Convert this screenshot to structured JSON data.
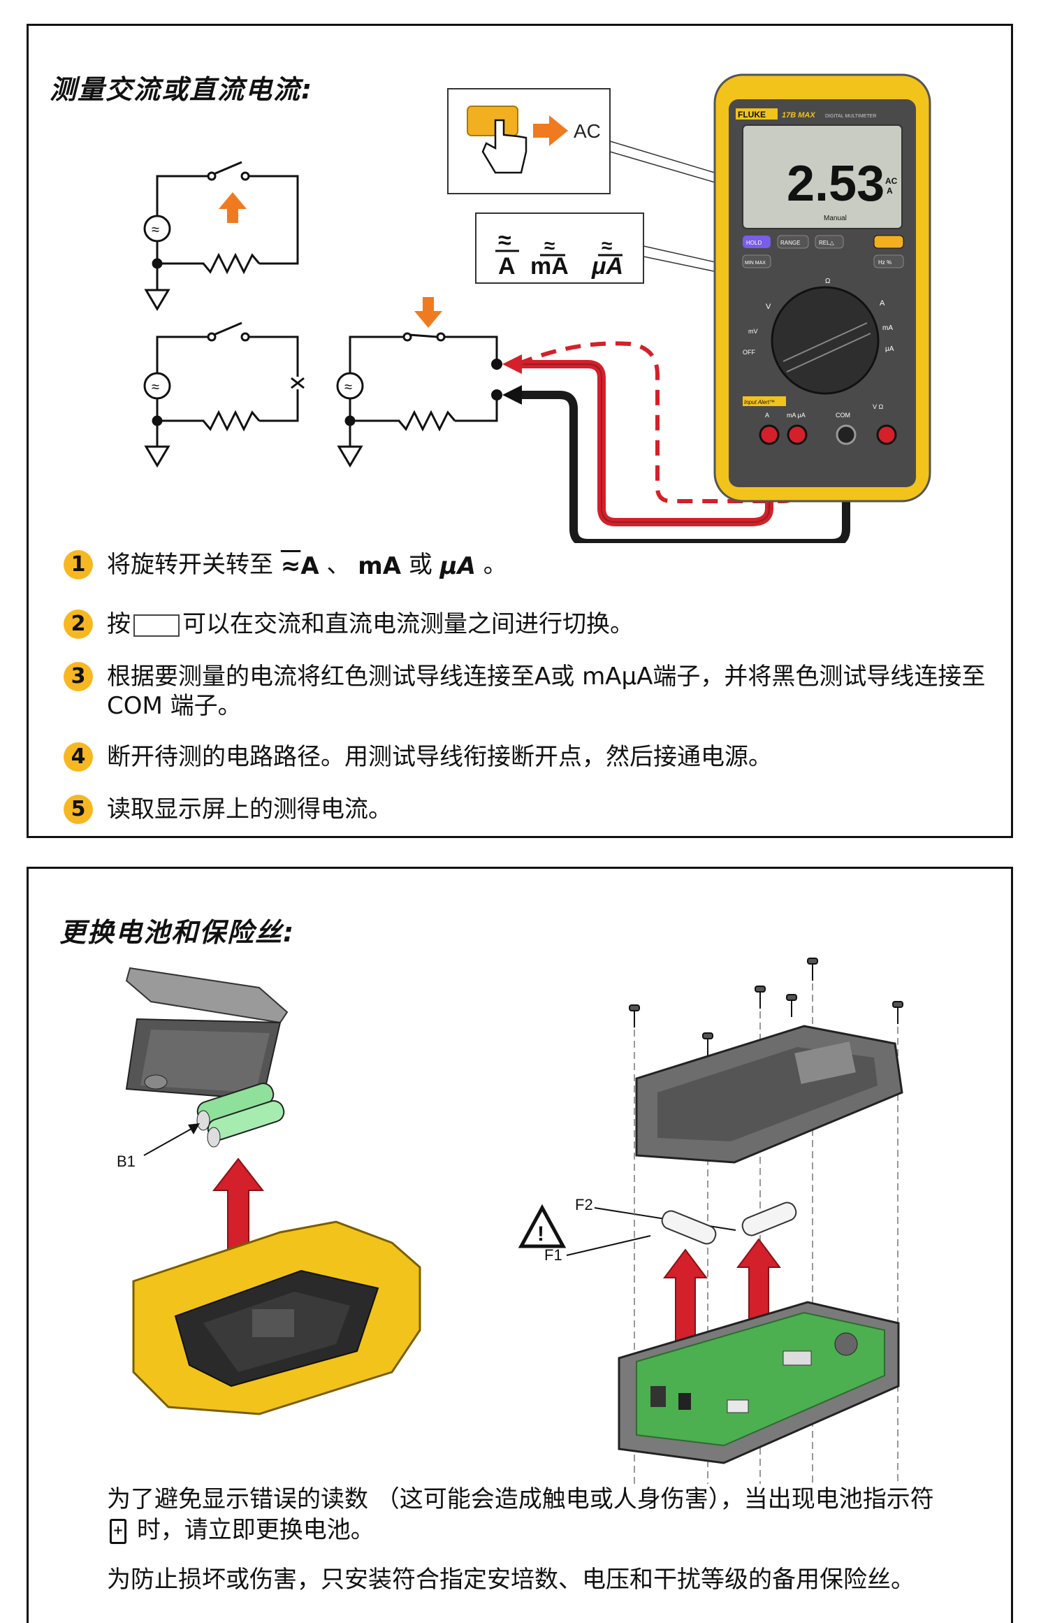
{
  "section1": {
    "title": "测量交流或直流电流:",
    "ac_label": "AC",
    "range_symbols": [
      "A",
      "mA",
      "μA"
    ],
    "meter": {
      "brand": "FLUKE",
      "model": "17B MAX",
      "model_sub": "DIGITAL MULTIMETER",
      "display_value": "2.53",
      "display_unit_top": "AC",
      "display_unit_bottom": "A",
      "display_mode": "Manual",
      "buttons": [
        "HOLD",
        "RANGE",
        "REL△",
        "Hz %",
        "MIN MAX"
      ],
      "dial_labels": [
        "V",
        "mV",
        "OFF",
        "Ω",
        "A",
        "mA",
        "μA"
      ],
      "terminals": [
        "A",
        "mA μA",
        "COM",
        "V Ω"
      ],
      "input_alert": "Input Alert™"
    },
    "steps": [
      {
        "num": "1",
        "pre": "将旋转开关转至",
        "mid1": "、",
        "mid2": "或",
        "post": "。"
      },
      {
        "num": "2",
        "pre": "按",
        "post": "可以在交流和直流电流测量之间进行切换。"
      },
      {
        "num": "3",
        "text": "根据要测量的电流将红色测试导线连接至A或 mAμA端子，并将黑色测试导线连接至 COM 端子。"
      },
      {
        "num": "4",
        "text": "断开待测的电路路径。用测试导线衔接断开点，然后接通电源。"
      },
      {
        "num": "5",
        "text": "读取显示屏上的测得电流。"
      }
    ]
  },
  "section2": {
    "title": "更换电池和保险丝:",
    "label_b1": "B1",
    "label_f1": "F1",
    "label_f2": "F2",
    "note1_pre": "为了避免显示错误的读数 （这可能会造成触电或人身伤害），当出现电池指示符",
    "note1_post": "时，请立即更换电池。",
    "note2": "为防止损坏或伤害，只安装符合指定安培数、电压和干扰等级的备用保险丝。"
  },
  "colors": {
    "accent_yellow": "#f7b722",
    "meter_yellow": "#f2c31a",
    "lead_red": "#d4202a",
    "arrow_orange": "#f07a1f",
    "pcb_green": "#4caf50"
  }
}
